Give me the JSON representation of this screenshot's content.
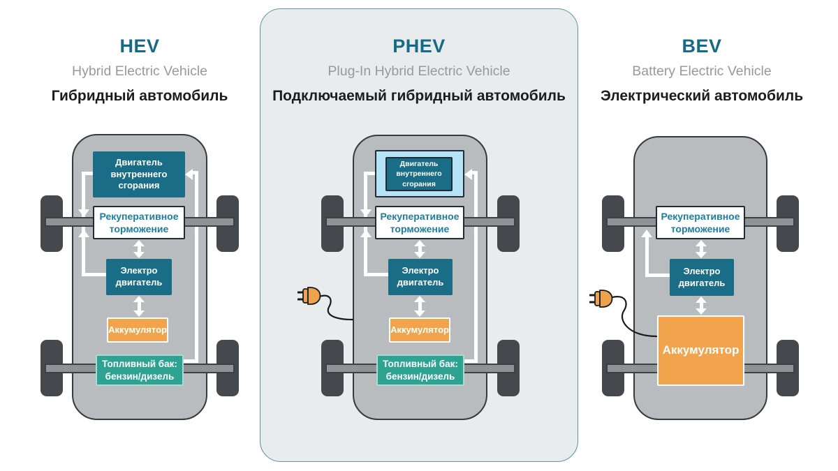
{
  "palette": {
    "teal_box": "#1a6d87",
    "teal_green_box": "#2ea391",
    "orange": "#f2a44c",
    "light_blue": "#b6e3f7",
    "accent_teal_text": "#1d7da1",
    "heading_teal": "#166b84",
    "subtitle_gray": "#97999c",
    "title_black": "#1c1c1e",
    "body_gray": "#b9bcbe",
    "body_border": "#36393d",
    "wheel_dark": "#45494d",
    "axle_gray": "#8f9396",
    "axle_border": "#3d4145",
    "dark_border": "#1f2c38",
    "panel_bg": "#e9eced",
    "panel_border": "#5d96a4",
    "line_white": "#ffffff",
    "cable_black": "#1a1a1a",
    "plug_orange": "#eda24d",
    "background": "#ffffff"
  },
  "columns": [
    {
      "abbr": "HEV",
      "name_en": "Hybrid Electric Vehicle",
      "name_ru": "Гибридный автомобиль",
      "components": {
        "engine": "Двигатель внутреннего сгорания",
        "regen_braking": "Рекуперативное торможение",
        "electric_motor": "Электро двигатель",
        "battery": "Аккумулятор",
        "fuel_tank": "Топливный бак: бензин/дизель"
      }
    },
    {
      "abbr": "PHEV",
      "name_en": "Plug-In Hybrid Electric Vehicle",
      "name_ru": "Подключаемый гибридный автомобиль",
      "components": {
        "engine": "Двигатель внутреннего сгорания",
        "regen_braking": "Рекуперативное торможение",
        "electric_motor": "Электро двигатель",
        "battery": "Аккумулятор",
        "fuel_tank": "Топливный бак: бензин/дизель"
      }
    },
    {
      "abbr": "BEV",
      "name_en": "Battery Electric Vehicle",
      "name_ru": "Электрический автомобиль",
      "components": {
        "regen_braking": "Рекуперативное торможение",
        "electric_motor": "Электро двигатель",
        "battery": "Аккумулятор"
      }
    }
  ]
}
